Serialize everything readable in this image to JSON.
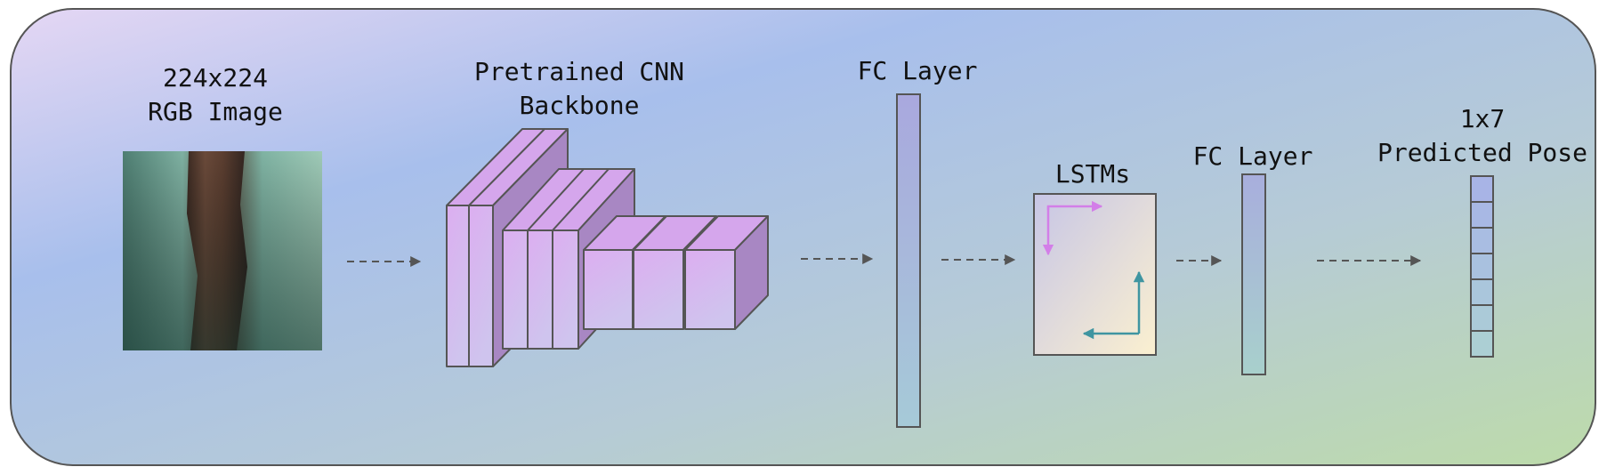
{
  "diagram": {
    "input_label_line1": "224x224",
    "input_label_line2": "RGB Image",
    "cnn_label_line1": "Pretrained CNN",
    "cnn_label_line2": "Backbone",
    "fc1_label": "FC Layer",
    "lstm_label": "LSTMs",
    "fc2_label": "FC Layer",
    "output_label_line1": "1x7",
    "output_label_line2": "Predicted Pose"
  },
  "colors": {
    "background_gradient": [
      "#e3d5f3",
      "#a9bfec",
      "#b4ccd3",
      "#bcd9a8"
    ],
    "block_face": "#d9b2f0",
    "block_top": "#d5a6ec",
    "block_side": "#a887c3",
    "lstm_arrow_pink": "#d37ee8",
    "lstm_arrow_teal": "#3f95a1",
    "stroke": "#555555"
  }
}
